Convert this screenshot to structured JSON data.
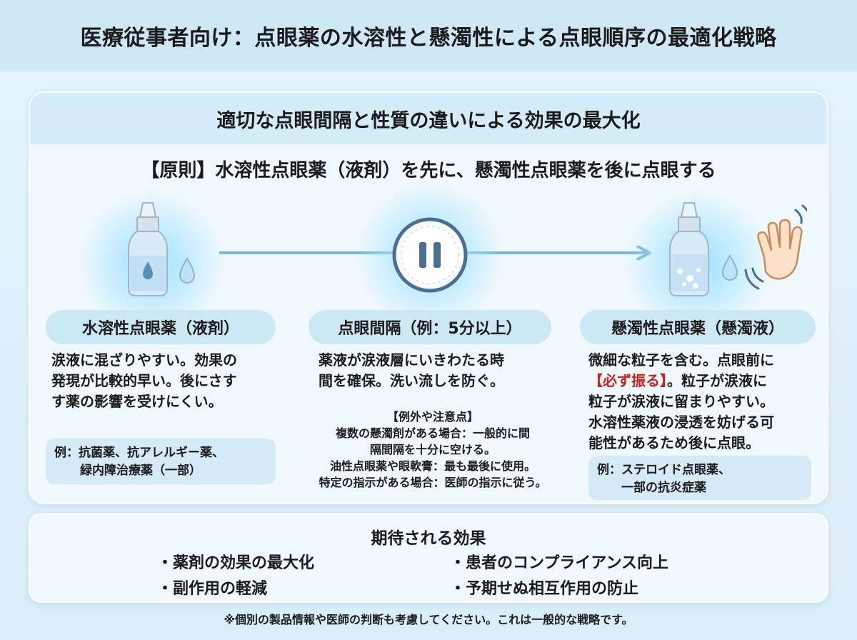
{
  "title": "医療従事者向け：点眼薬の水溶性と懸濁性による点眼順序の最適化戦略",
  "main": {
    "heading": "適切な点眼間隔と性質の違いによる効果の最大化",
    "principle": "【原則】水溶性点眼薬（液剤）を先に、懸濁性点眼薬を後に点眼する",
    "columns": {
      "water": {
        "header": "水溶性点眼薬（液剤）",
        "lines": [
          "涙液に混ざりやすい。効果の",
          "発現が比較的早い。後にさす",
          "す薬の影響を受けにくい。"
        ],
        "example_lines": [
          "例：抗菌薬、抗アレルギー薬、",
          "緑内障治療薬（一部）"
        ]
      },
      "interval": {
        "header": "点眼間隔（例：5分以上）",
        "lines": [
          "薬液が涙液層にいきわたる時",
          "間を確保。洗い流しを防ぐ。"
        ],
        "caution_title": "【例外や注意点】",
        "caution_lines": [
          "複数の懸濁剤がある場合：一般的に間",
          "隔間隔を十分に空ける。",
          "油性点眼薬や眼軟膏：最も最後に使用。",
          "特定の指示がある場合：医師の指示に従う。"
        ]
      },
      "suspension": {
        "header": "懸濁性点眼薬（懸濁液）",
        "line1": "微細な粒子を含む。点眼前に",
        "line2_warn": "【必ず振る】",
        "line2_rest": "。粒子が涙液に",
        "lines_rest": [
          "粒子が涙液に留まりやすい。",
          "水溶性薬液の浸透を妨げる可",
          "能性があるため後に点眼。"
        ],
        "example_lines": [
          "例：ステロイド点眼薬、",
          "　　一部の抗炎症薬"
        ]
      }
    }
  },
  "effects": {
    "title": "期待される効果",
    "items": [
      "・薬剤の効果の最大化",
      "・患者のコンプライアンス向上",
      "・副作用の軽減",
      "・予期せぬ相互作用の防止"
    ]
  },
  "footnote": "※個別の製品情報や医師の判断も考慮してください。これは一般的な戦略です。",
  "colors": {
    "accent": "#7ab4dc",
    "warning": "#d11f1f",
    "glow": "#8cdcff"
  }
}
